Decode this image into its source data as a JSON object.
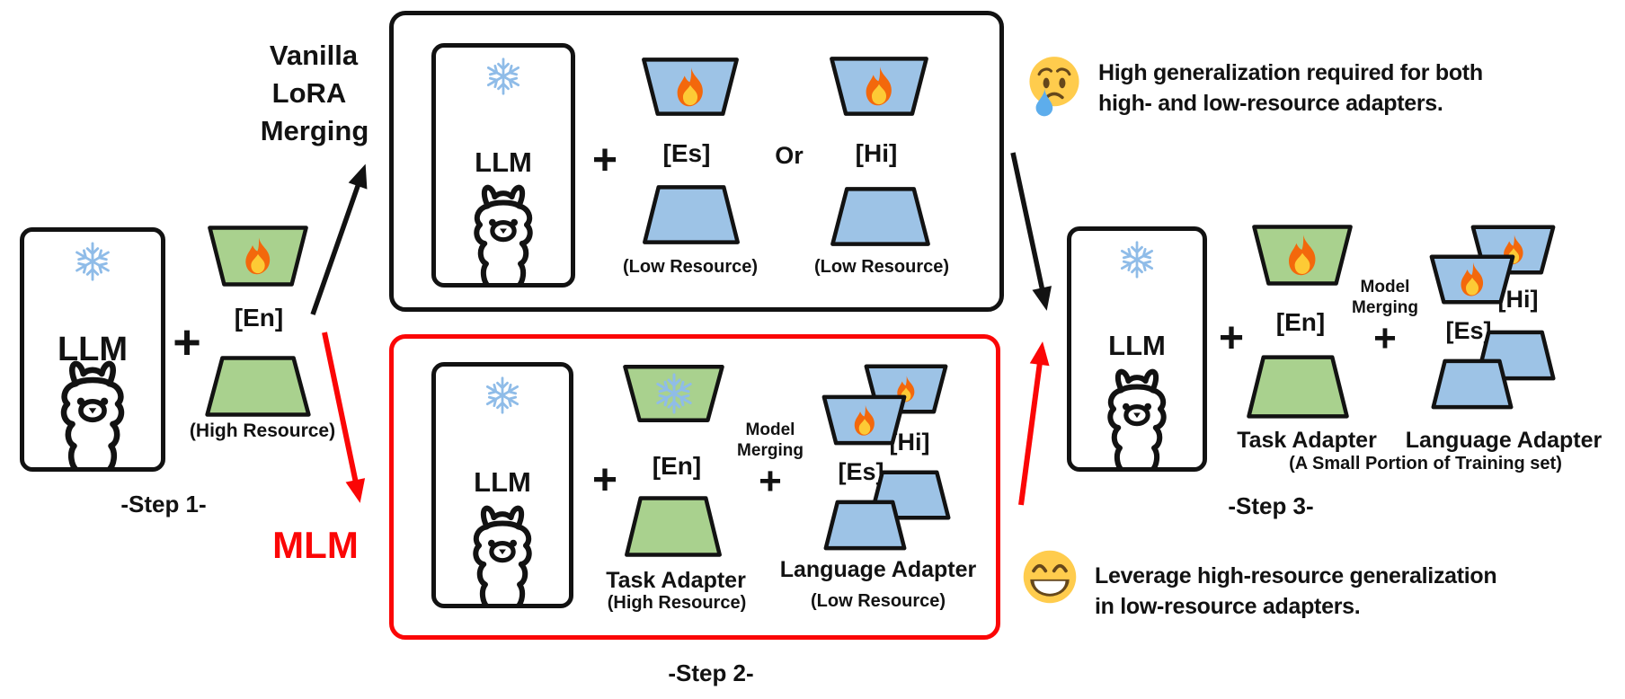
{
  "figure": {
    "step1": {
      "llm": "LLM",
      "plus": "+",
      "adapter_tag": "[En]",
      "adapter_caption": "(High Resource)",
      "step_label": "-Step 1-"
    },
    "branch_labels": {
      "vanilla_line1": "Vanilla",
      "vanilla_line2": "LoRA",
      "vanilla_line3": "Merging",
      "mlm": "MLM"
    },
    "vanilla_box": {
      "llm": "LLM",
      "plus": "+",
      "or": "Or",
      "es_tag": "[Es]",
      "es_caption": "(Low Resource)",
      "hi_tag": "[Hi]",
      "hi_caption": "(Low Resource)"
    },
    "mlm_box": {
      "llm": "LLM",
      "plus": "+",
      "task_tag": "[En]",
      "task_title": "Task Adapter",
      "task_caption": "(High Resource)",
      "merge_line1": "Model",
      "merge_line2": "Merging",
      "merge_plus": "+",
      "lang_hi_tag": "[Hi]",
      "lang_es_tag": "[Es]",
      "lang_title": "Language Adapter",
      "lang_caption": "(Low Resource)",
      "step_label": "-Step 2-"
    },
    "step3": {
      "llm": "LLM",
      "plus": "+",
      "task_tag": "[En]",
      "task_title": "Task Adapter",
      "merge_line1": "Model",
      "merge_line2": "Merging",
      "merge_plus": "+",
      "lang_hi_tag": "[Hi]",
      "lang_es_tag": "[Es]",
      "lang_title": "Language Adapter",
      "caption": "(A Small Portion of Training set)",
      "step_label": "-Step 3-"
    },
    "notes": {
      "sad_line1": "High generalization required for both",
      "sad_line2": "high- and low-resource adapters.",
      "happy_line1": "Leverage high-resource generalization",
      "happy_line2": "in low-resource adapters."
    },
    "colors": {
      "task_adapter_green": "#a9d18e",
      "language_adapter_blue": "#9dc3e6",
      "mlm_red": "#fb0606",
      "outline_black": "#121212"
    }
  }
}
